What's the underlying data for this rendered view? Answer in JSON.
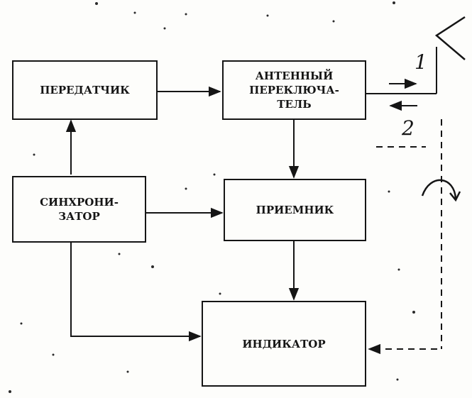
{
  "colors": {
    "ink": "#151515",
    "paper": "#fdfdfb"
  },
  "blocks": {
    "transmitter": {
      "line1": "ПЕРЕДАТЧИК"
    },
    "antenna_switch": {
      "line1": "АНТЕННЫЙ",
      "line2": "ПЕРЕКЛЮЧА-",
      "line3": "ТЕЛЬ"
    },
    "synchronizer": {
      "line1": "СИНХРОНИ-",
      "line2": "ЗАТОР"
    },
    "receiver": {
      "line1": "ПРИЕМНИК"
    },
    "indicator": {
      "line1": "ИНДИКАТОР"
    }
  },
  "signals": {
    "outgoing": "1",
    "incoming": "2"
  }
}
